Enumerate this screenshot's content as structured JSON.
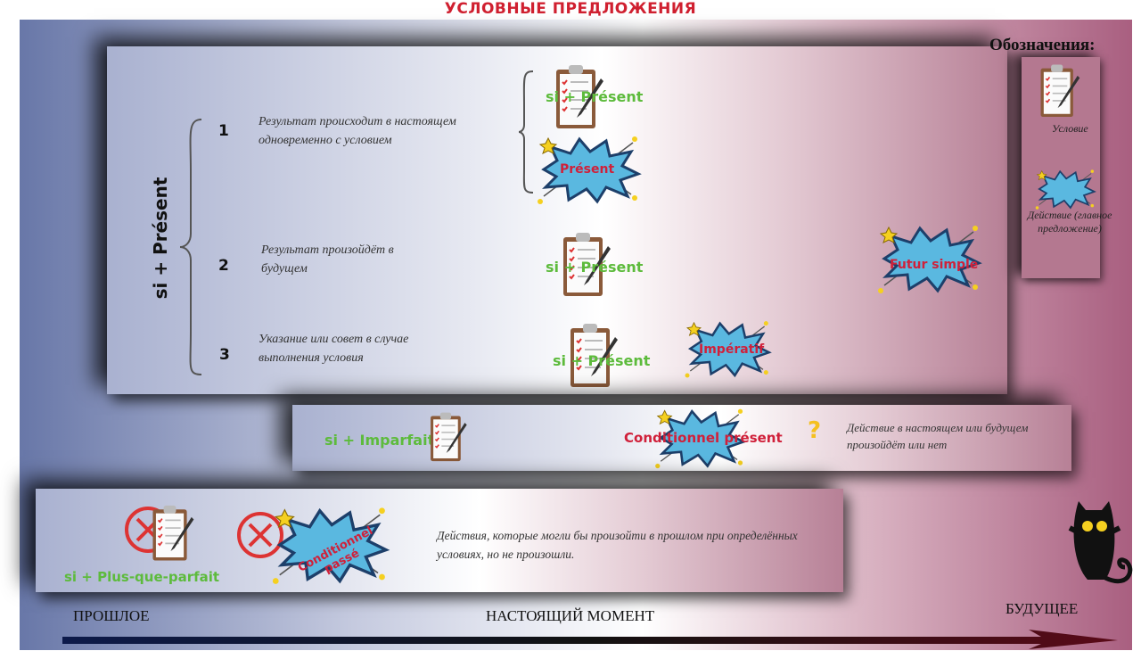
{
  "title": "УСЛОВНЫЕ ПРЕДЛОЖЕНИЯ",
  "group_label": "si + Présent",
  "rows": [
    {
      "number": "1",
      "description": "Результат происходит в настоящем одновременно с условием",
      "condition": "si + Présent",
      "action": "Présent"
    },
    {
      "number": "2",
      "description": "Результат произойдёт в будущем",
      "condition": "si + Présent",
      "action": "Futur simple"
    },
    {
      "number": "3",
      "description": "Указание или совет в случае выполнения условия",
      "condition": "si + Présent",
      "action": "Impératif"
    }
  ],
  "imparfait": {
    "condition": "si + Imparfait",
    "action": "Conditionnel présent",
    "description": "Действие в настоящем или будущем произойдёт или нет"
  },
  "plusque": {
    "condition": "si + Plus-que-parfait",
    "action": "Conditionnel passé",
    "description": "Действия, которые могли бы произойти в прошлом при определённых условиях, но не произошли."
  },
  "legend": {
    "title": "Обозначения:",
    "condition_label": "Условие",
    "action_label": "Действие (главное предложение)"
  },
  "timeline": {
    "past": "ПРОШЛОЕ",
    "present": "НАСТОЯЩИЙ МОМЕНТ",
    "future": "БУДУЩЕЕ"
  },
  "colors": {
    "title": "#d02030",
    "condition": "#5dbb3c",
    "action": "#d0203a",
    "burst": "#5ab8e0"
  }
}
